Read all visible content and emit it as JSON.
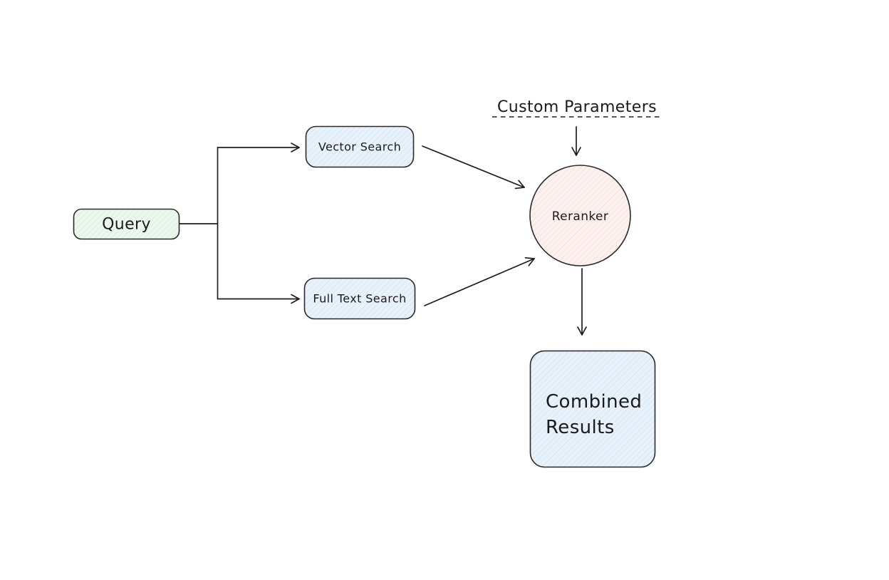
{
  "diagram": {
    "background": "#ffffff",
    "stroke_color": "#1e1e1e",
    "text_color": "#1b1b1b",
    "nodes": {
      "query": {
        "label": "Query",
        "shape": "rounded-rectangle",
        "fill": "#ecf8ee",
        "hatch": "#c9e9d0"
      },
      "vector_search": {
        "label": "Vector Search",
        "shape": "rounded-rectangle",
        "fill": "#e9f2fb",
        "hatch": "#c5ddf2"
      },
      "full_text_search": {
        "label": "Full Text Search",
        "shape": "rounded-rectangle",
        "fill": "#e9f2fb",
        "hatch": "#c5ddf2"
      },
      "reranker": {
        "label": "Reranker",
        "shape": "circle",
        "fill": "#fdf1ef",
        "hatch": "#f2d4ce"
      },
      "custom_parameters": {
        "label": "Custom Parameters",
        "shape": "text-with-dashed-underline"
      },
      "combined_results": {
        "label": "Combined Results",
        "lines": [
          "Combined",
          "Results"
        ],
        "shape": "rounded-rectangle",
        "fill": "#e9f2fb",
        "hatch": "#c5ddf2"
      }
    },
    "edges": [
      {
        "from": "query",
        "to": "vector_search",
        "arrow": true
      },
      {
        "from": "query",
        "to": "full_text_search",
        "arrow": true
      },
      {
        "from": "vector_search",
        "to": "reranker",
        "arrow": true
      },
      {
        "from": "full_text_search",
        "to": "reranker",
        "arrow": true
      },
      {
        "from": "custom_parameters",
        "to": "reranker",
        "arrow": true
      },
      {
        "from": "reranker",
        "to": "combined_results",
        "arrow": true
      }
    ]
  }
}
